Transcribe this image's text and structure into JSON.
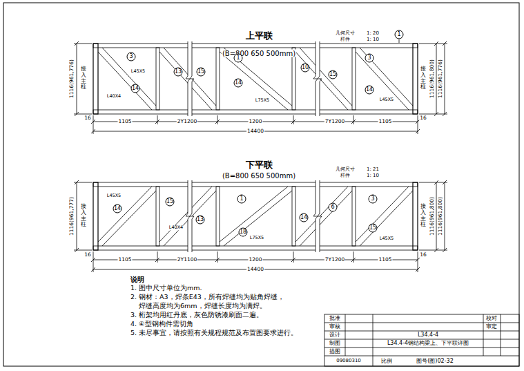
{
  "diagram": {
    "labels": [
      "上平联",
      "(B=800 650 500mm)",
      "几何尺寸",
      "1: 20",
      "杆件",
      "1: 10",
      "1",
      "接入主柱",
      "1116(961,776)",
      "接入主柱",
      "1116(961,800)",
      "1116(961,776)",
      "3",
      "14",
      "13",
      "15",
      "1",
      "14",
      "10",
      "15",
      "14",
      "3",
      "L45X5",
      "L40X4",
      "L75X5",
      "L45X5",
      "1105",
      "2Y1200",
      "1200",
      "7Y1200",
      "1105",
      "14400",
      "16",
      "16",
      "下平联",
      "(B=800 650 500mm)",
      "几何尺寸",
      "1: 21",
      "杆件",
      "1: 10",
      "接入主柱",
      "1116(961,777)",
      "接入主柱",
      "1116(961,800)",
      "1116(961,800)",
      "14",
      "15",
      "13",
      "1",
      "18",
      "14",
      "6",
      "3",
      "15",
      "L45X5",
      "L40X4",
      "L75X5",
      "L45X5",
      "1105",
      "2Y1100",
      "1200",
      "7Y1200",
      "1105",
      "14400",
      "16",
      "16",
      "说明",
      "1. 图中尺寸单位为mm.",
      "2. 钢材：A3，焊条E43，所有焊缝均为贴角焊缝，",
      "焊缝高度均为6mm，焊缝长度均为满焊。",
      "3. 桁架均用红丹底，灰色防锈漆刷面二遍。",
      "4. ④型钢构件需切角",
      "5. 未尽事宜，请按照有关规程规范及布置图要求进行。",
      "批准",
      "审核",
      "设计",
      "制图",
      "描图",
      "09080310",
      "校对",
      "审定",
      "L34.4-4",
      "L34.4-4钢结构梁上、下平联详图",
      "比例",
      "图号(图)02-32"
    ]
  }
}
